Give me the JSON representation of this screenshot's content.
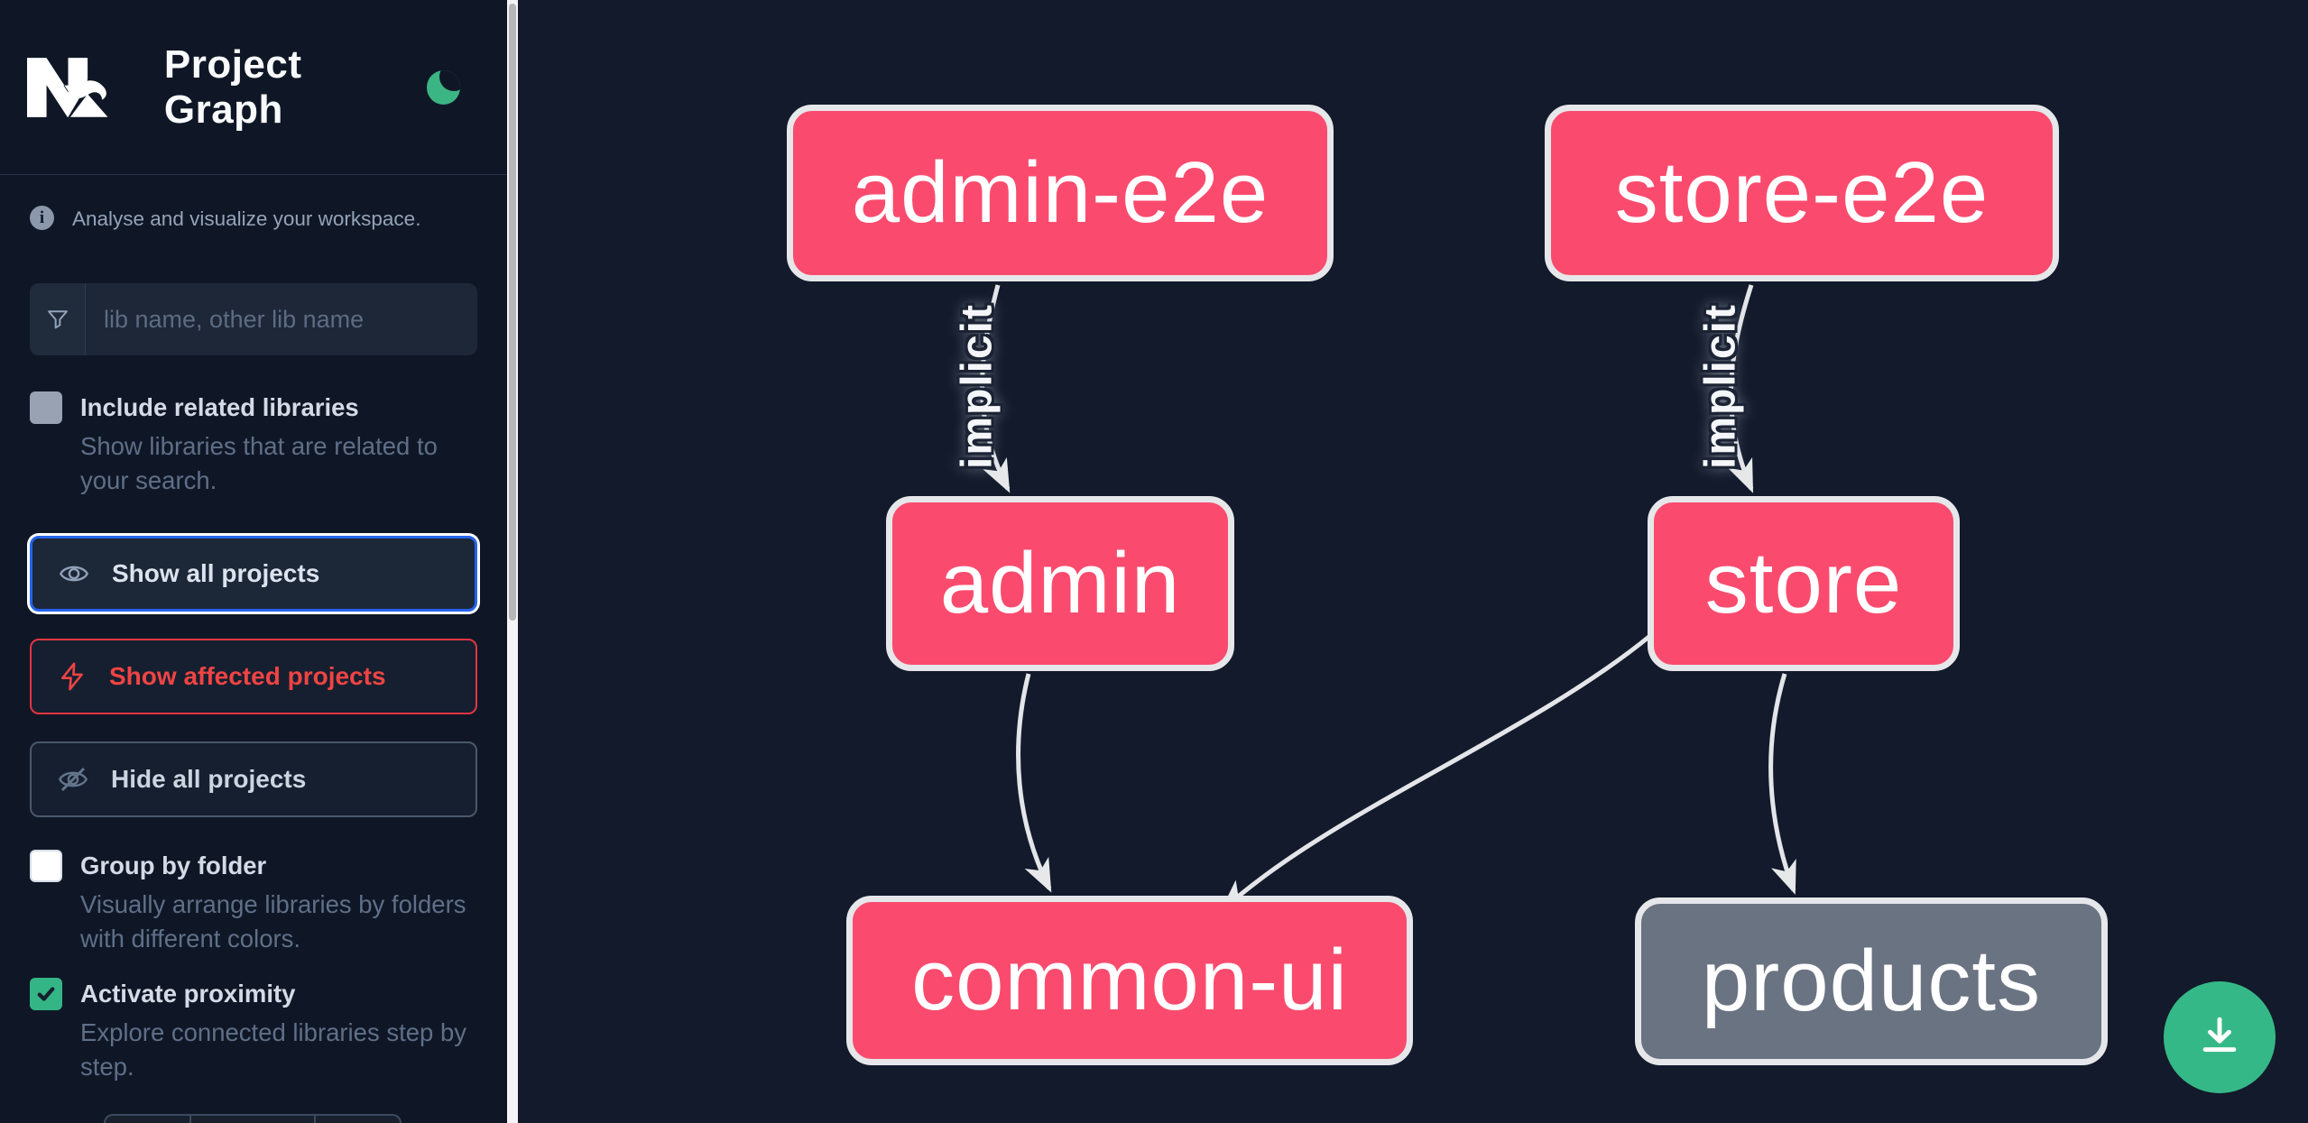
{
  "app": {
    "title": "Project Graph",
    "logo": "nx-logo",
    "theme_toggle": "moon-icon"
  },
  "sidebar": {
    "tagline": "Analyse and visualize your workspace.",
    "search": {
      "placeholder": "lib name, other lib name",
      "value": "",
      "icon": "funnel-icon"
    },
    "checkboxes": [
      {
        "label": "Include related libraries",
        "description": "Show libraries that are related to your search.",
        "checked": false,
        "style": "gray"
      },
      {
        "label": "Group by folder",
        "description": "Visually arrange libraries by folders with different colors.",
        "checked": false,
        "style": "white"
      },
      {
        "label": "Activate proximity",
        "description": "Explore connected libraries step by step.",
        "checked": true,
        "style": "green"
      }
    ],
    "buttons": [
      {
        "label": "Show all projects",
        "icon": "eye-icon",
        "state": "focused"
      },
      {
        "label": "Show affected projects",
        "icon": "bolt-icon",
        "state": "affected"
      },
      {
        "label": "Hide all projects",
        "icon": "eye-slash-icon",
        "state": "default"
      }
    ]
  },
  "graph": {
    "nodes": [
      {
        "id": "admin-e2e",
        "label": "admin-e2e",
        "kind": "affected"
      },
      {
        "id": "store-e2e",
        "label": "store-e2e",
        "kind": "affected"
      },
      {
        "id": "admin",
        "label": "admin",
        "kind": "affected"
      },
      {
        "id": "store",
        "label": "store",
        "kind": "affected"
      },
      {
        "id": "common-ui",
        "label": "common-ui",
        "kind": "affected"
      },
      {
        "id": "products",
        "label": "products",
        "kind": "normal"
      }
    ],
    "edges": [
      {
        "from": "admin-e2e",
        "to": "admin",
        "label": "implicit"
      },
      {
        "from": "store-e2e",
        "to": "store",
        "label": "implicit"
      },
      {
        "from": "admin",
        "to": "common-ui",
        "label": ""
      },
      {
        "from": "store",
        "to": "common-ui",
        "label": ""
      },
      {
        "from": "store",
        "to": "products",
        "label": ""
      }
    ],
    "download_button": "download-icon"
  },
  "colors": {
    "node_affected": "#fa4b6e",
    "node_normal": "#6a7382",
    "node_border": "#e6e7ea",
    "edge": "#e3e5e9",
    "accent_green": "#35b887",
    "focus_blue": "#2563eb",
    "affected_red": "#ef4444",
    "sidebar_bg": "#0f1726",
    "canvas_bg": "#121a2b"
  }
}
